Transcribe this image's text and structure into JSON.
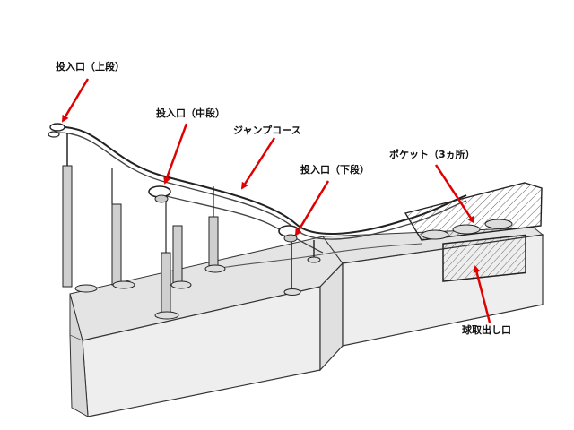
{
  "labels": {
    "upper_inlet": "投入口（上段）",
    "middle_inlet": "投入口（中段）",
    "jump_course": "ジャンプコース",
    "lower_inlet": "投入口（下段）",
    "pockets": "ポケット（3ヵ所）",
    "ball_outlet": "球取出し口"
  },
  "colors": {
    "arrow": "#e00000",
    "line": "#333333",
    "panel_fill": "#eeeeee",
    "top_fill": "#e4e4e4"
  }
}
